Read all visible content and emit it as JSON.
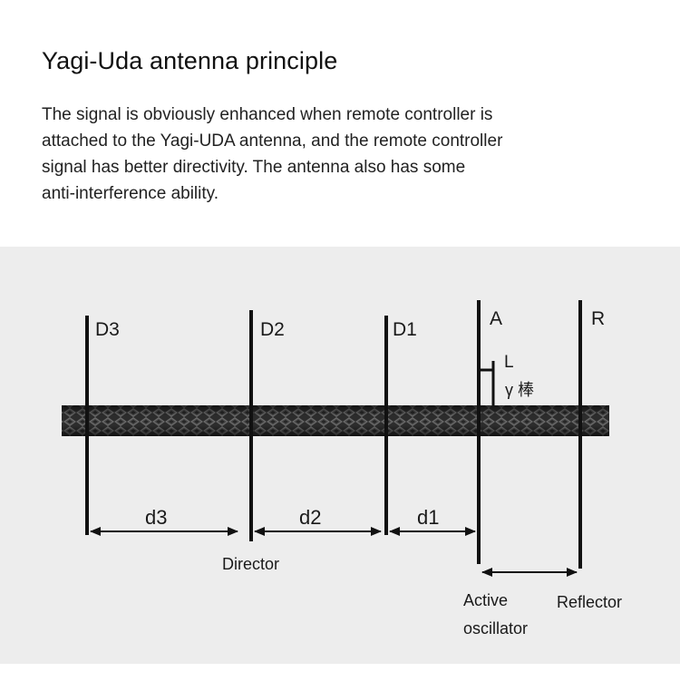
{
  "header": {
    "title": "Yagi-Uda antenna principle",
    "description_lines": [
      "The signal is obviously enhanced when remote controller is",
      "attached to the Yagi-UDA antenna, and the remote controller",
      "signal has better directivity. The antenna also has some",
      "anti-interference ability."
    ]
  },
  "diagram": {
    "elements": {
      "d3": "D3",
      "d2": "D2",
      "d1": "D1",
      "a": "A",
      "r": "R",
      "l": "L",
      "gamma": "γ 棒"
    },
    "spacings": {
      "d3": "d3",
      "d2": "d2",
      "d1": "d1"
    },
    "captions": {
      "director": "Director",
      "active_line1": "Active",
      "active_line2": "oscillator",
      "reflector": "Reflector"
    },
    "colors": {
      "panel": "#ededed",
      "ink": "#111111",
      "boom": "#3a3a3a"
    }
  }
}
